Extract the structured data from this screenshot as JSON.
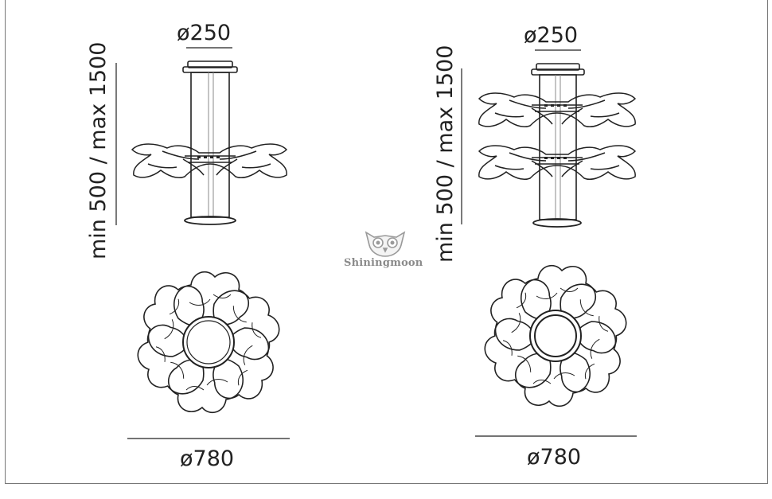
{
  "left_lamp": {
    "canopy_diameter": "ø250",
    "height_range": "min 500 / max 1500",
    "overall_diameter": "ø780"
  },
  "right_lamp": {
    "canopy_diameter": "ø250",
    "height_range": "min 500 / max 1500",
    "overall_diameter": "ø780"
  },
  "watermark": {
    "brand": "Shiningmoon",
    "icon": "owl-icon"
  },
  "colors": {
    "line": "#222222",
    "frame": "#777777",
    "watermark": "#8a8a8a"
  }
}
